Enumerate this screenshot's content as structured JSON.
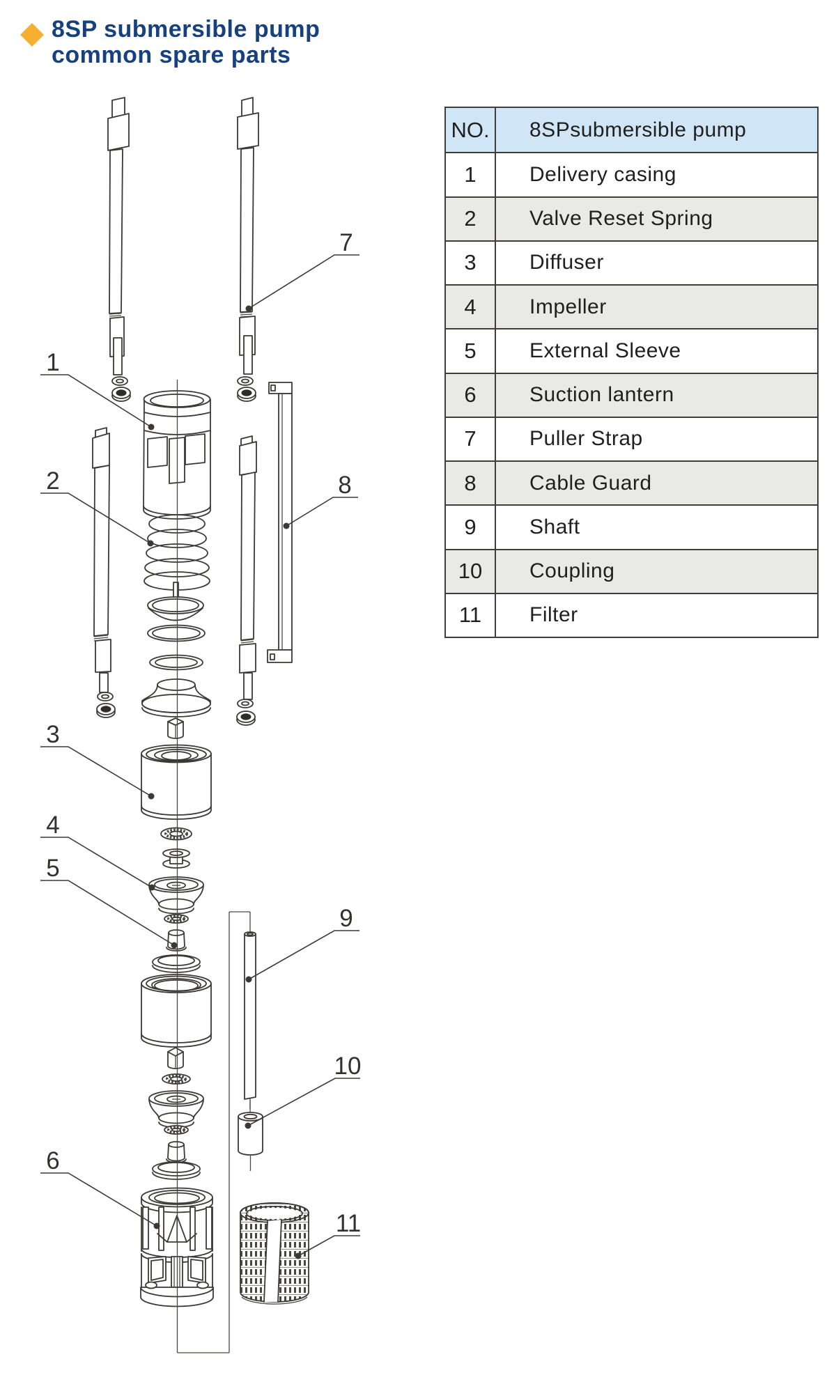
{
  "title": {
    "line1": "8SP submersible pump",
    "line2": "common spare parts"
  },
  "table": {
    "header": {
      "no": "NO.",
      "name": "8SPsubmersible pump"
    },
    "rows": [
      {
        "no": "1",
        "name": "Delivery casing"
      },
      {
        "no": "2",
        "name": "Valve Reset Spring"
      },
      {
        "no": "3",
        "name": "Diffuser"
      },
      {
        "no": "4",
        "name": "Impeller"
      },
      {
        "no": "5",
        "name": "External Sleeve"
      },
      {
        "no": "6",
        "name": "Suction lantern"
      },
      {
        "no": "7",
        "name": "Puller Strap"
      },
      {
        "no": "8",
        "name": "Cable Guard"
      },
      {
        "no": "9",
        "name": "Shaft"
      },
      {
        "no": "10",
        "name": "Coupling"
      },
      {
        "no": "11",
        "name": "Filter"
      }
    ]
  },
  "diagram": {
    "callouts": [
      {
        "number": "1"
      },
      {
        "number": "2"
      },
      {
        "number": "3"
      },
      {
        "number": "4"
      },
      {
        "number": "5"
      },
      {
        "number": "6"
      },
      {
        "number": "7"
      },
      {
        "number": "8"
      },
      {
        "number": "9"
      },
      {
        "number": "10"
      },
      {
        "number": "11"
      }
    ]
  },
  "colors": {
    "title_blue": "#17417E",
    "diamond_yellow": "#F5AF33",
    "table_header_bg": "#D0E6F6",
    "table_alt_row_bg": "#E9E9E6",
    "line_color": "#3B3835"
  }
}
